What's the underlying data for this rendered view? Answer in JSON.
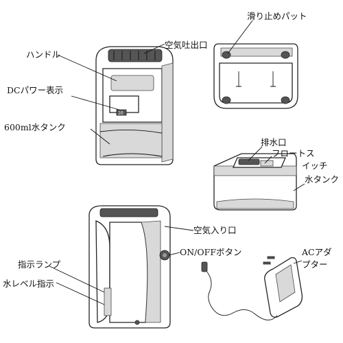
{
  "labels": {
    "handle": "ハンドル",
    "air_outlet": "空気吐出口",
    "dc_power": "DCパワー表示",
    "tank_600ml": "600ml水タンク",
    "non_slip_pad": "滑り止めパット",
    "drain_port": "排水口",
    "float": "フロートス",
    "ichi": "イッチ",
    "water_tank": "水タンク",
    "air_inlet": "空気入り口",
    "on_off_button": "ON/OFFボタン",
    "indicator_lamp": "指示ランプ",
    "water_level": "水レベル指示",
    "ac_adapter_1": "ACアダ",
    "ac_adapter_2": "プター"
  },
  "display_text": "20",
  "colors": {
    "line": "#111111",
    "shade": "#d9d9d9",
    "dark": "#555555"
  }
}
